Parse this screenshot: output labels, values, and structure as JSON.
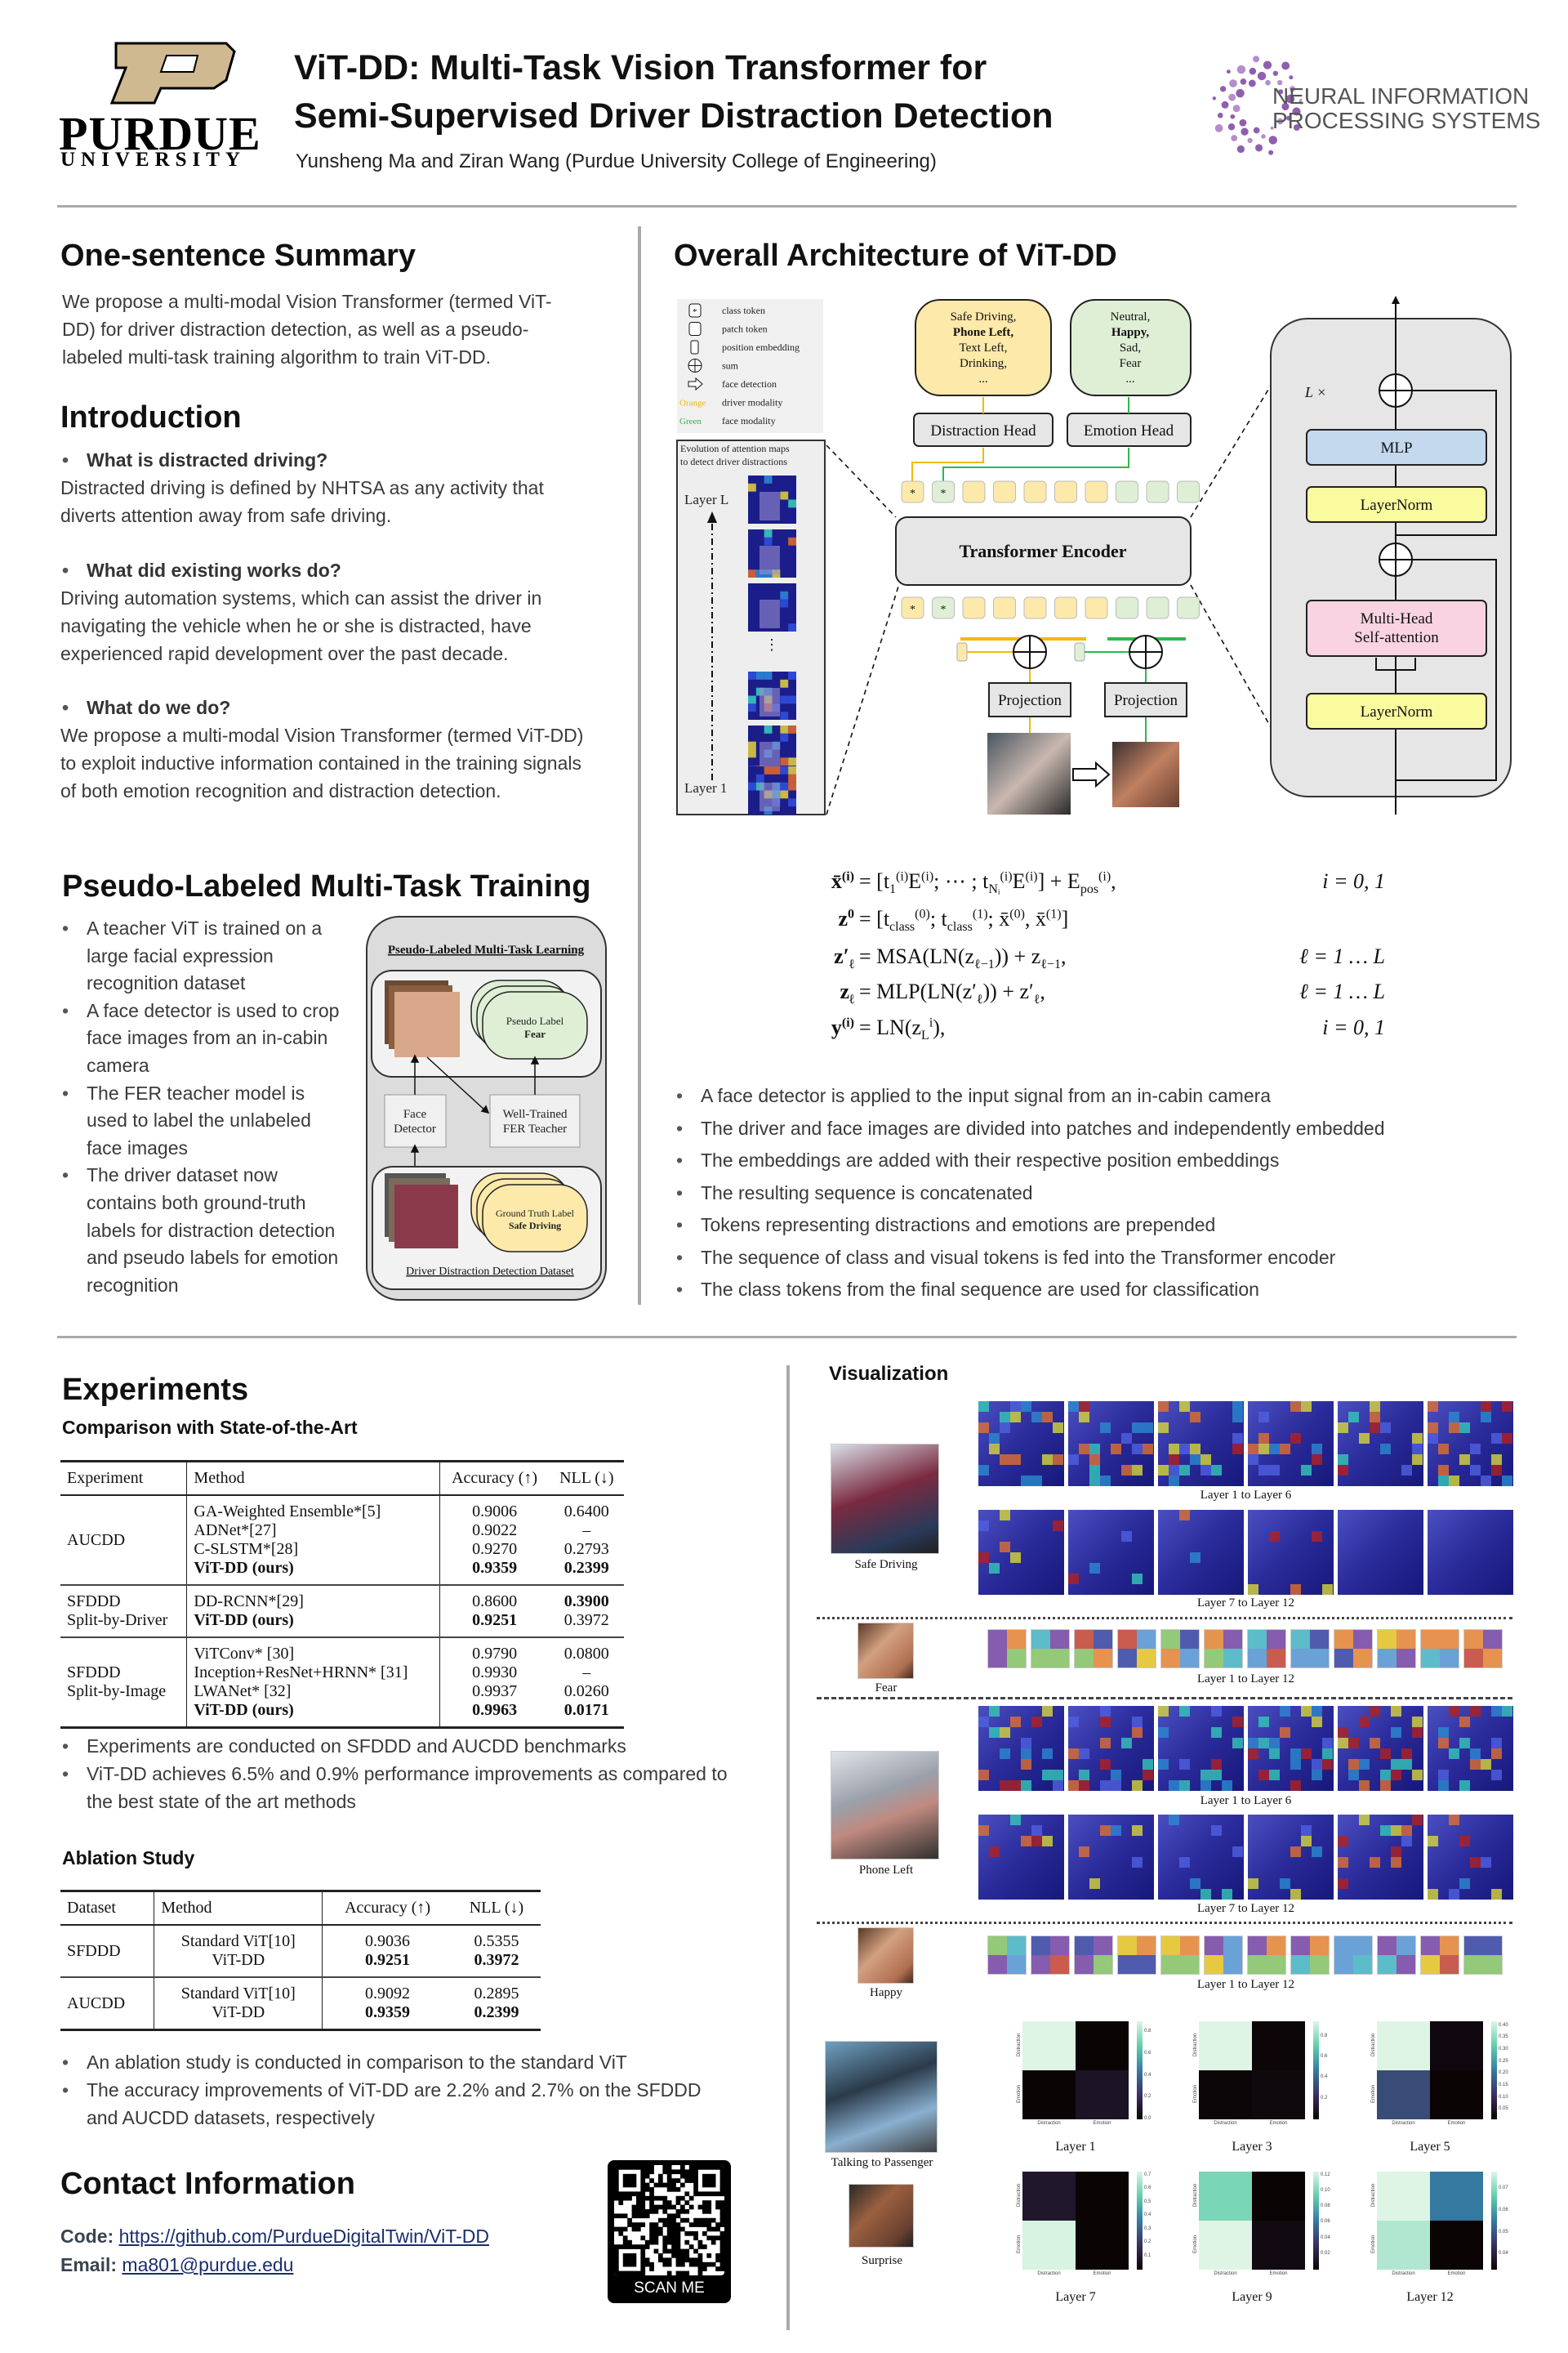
{
  "header": {
    "title_line1": "ViT-DD: Multi-Task Vision Transformer for",
    "title_line2": "Semi-Supervised Driver Distraction Detection",
    "authors": "Yunsheng Ma and Ziran Wang (Purdue University College of Engineering)",
    "purdue_logo": {
      "name": "PURDUE",
      "sub": "UNIVERSITY",
      "color": "#CFB991"
    },
    "neurips_logo": {
      "line1": "NEURAL INFORMATION",
      "line2": "PROCESSING SYSTEMS",
      "color": "#7b4f9d"
    }
  },
  "summary": {
    "heading": "One-sentence Summary",
    "text": "We propose a multi-modal Vision Transformer (termed ViT-DD) for driver distraction detection, as well as a pseudo-labeled multi-task training algorithm to train ViT-DD."
  },
  "intro": {
    "heading": "Introduction",
    "items": [
      {
        "q": "What is distracted driving?",
        "a": "Distracted driving is defined by NHTSA as any activity that diverts attention away from safe driving."
      },
      {
        "q": "What did existing works do?",
        "a": "Driving automation systems, which can assist the driver in navigating the vehicle when he or she is distracted, have experienced rapid development over the past decade."
      },
      {
        "q": "What do we do?",
        "a": "We propose a multi-modal Vision Transformer (termed ViT-DD) to exploit inductive information contained in the training signals of both emotion recognition and distraction detection."
      }
    ]
  },
  "pseudo": {
    "heading": "Pseudo-Labeled Multi-Task Training",
    "bullets": [
      "A teacher ViT is trained on a large facial expression recognition dataset",
      "A face detector is used to crop face images from an in-cabin camera",
      "The FER teacher model is used to label the unlabeled face images",
      "The driver dataset now contains both ground-truth labels for distraction detection and pseudo labels for emotion recognition"
    ],
    "diagram": {
      "title": "Pseudo-Labeled Multi-Task Learning",
      "pseudo_label": "Pseudo Label",
      "pseudo_value": "Fear",
      "face_detector_1": "Face",
      "face_detector_2": "Detector",
      "teacher_1": "Well-Trained",
      "teacher_2": "FER Teacher",
      "gt_label": "Ground Truth Label",
      "gt_value": "Safe Driving",
      "dataset": "Driver Distraction Detection Dataset"
    }
  },
  "arch": {
    "heading": "Overall Architecture of ViT-DD",
    "legend": [
      {
        "symbol": "class-token",
        "label": "class token"
      },
      {
        "symbol": "patch-token",
        "label": "patch token"
      },
      {
        "symbol": "position-embedding",
        "label": "position embedding"
      },
      {
        "symbol": "sum",
        "label": "sum"
      },
      {
        "symbol": "face-detection",
        "label": "face detection"
      },
      {
        "symbol": "Orange",
        "label": "driver modality"
      },
      {
        "symbol": "Green",
        "label": "face modality"
      }
    ],
    "attention_title_1": "Evolution of attention maps",
    "attention_title_2": "to detect driver distractions",
    "layer_top": "Layer L",
    "layer_bottom": "Layer 1",
    "dots": "⋮",
    "distraction_classes": [
      "Safe Driving,",
      "Phone Left,",
      "Text Left,",
      "Drinking,",
      "..."
    ],
    "emotion_classes": [
      "Neutral,",
      "Happy,",
      "Sad,",
      "Fear",
      "..."
    ],
    "distraction_head": "Distraction Head",
    "emotion_head": "Emotion Head",
    "encoder": "Transformer Encoder",
    "projection": "Projection",
    "token_star": "*",
    "lx": "L ×",
    "mlp": "MLP",
    "layernorm": "LayerNorm",
    "mhsa_1": "Multi-Head",
    "mhsa_2": "Self-attention",
    "colors": {
      "orange": "#f5b800",
      "green": "#2db84d",
      "token_orange": "#fde9a9",
      "token_green": "#deefd6",
      "mlp": "#c5d9ee",
      "layernorm": "#fafa9e",
      "mhsa": "#f9d3e1"
    }
  },
  "equations": [
    {
      "lhs": [
        [
          "x̄",
          ""
        ],
        [
          "(i)",
          "sup"
        ]
      ],
      "rhs": [
        [
          "= [t",
          ""
        ],
        [
          "1",
          "sub"
        ],
        [
          "(i)",
          "sup"
        ],
        [
          "E",
          ""
        ],
        [
          "(i)",
          "sup"
        ],
        [
          "; ⋯ ; t",
          ""
        ],
        [
          "Nᵢ",
          "sub"
        ],
        [
          "(i)",
          "sup"
        ],
        [
          "E",
          ""
        ],
        [
          "(i)",
          "sup"
        ],
        [
          "] + E",
          ""
        ],
        [
          "pos",
          "sub"
        ],
        [
          "(i)",
          "sup"
        ],
        [
          ",",
          ""
        ]
      ],
      "cond": "i = 0, 1"
    },
    {
      "lhs": [
        [
          "z",
          ""
        ],
        [
          "0",
          "sup"
        ]
      ],
      "rhs": [
        [
          "= [t",
          ""
        ],
        [
          "class",
          "sub"
        ],
        [
          "(0)",
          "sup"
        ],
        [
          "; t",
          ""
        ],
        [
          "class",
          "sub"
        ],
        [
          "(1)",
          "sup"
        ],
        [
          "; x̄",
          ""
        ],
        [
          "(0)",
          "sup"
        ],
        [
          ", x̄",
          ""
        ],
        [
          "(1)",
          "sup"
        ],
        [
          "]",
          ""
        ]
      ],
      "cond": ""
    },
    {
      "lhs": [
        [
          "z′",
          ""
        ],
        [
          "ℓ",
          "sub"
        ]
      ],
      "rhs": [
        [
          "= MSA(LN(z",
          ""
        ],
        [
          "ℓ−1",
          "sub"
        ],
        [
          ")) + z",
          ""
        ],
        [
          "ℓ−1",
          "sub"
        ],
        [
          ",",
          ""
        ]
      ],
      "cond": "ℓ = 1 … L"
    },
    {
      "lhs": [
        [
          "z",
          ""
        ],
        [
          "ℓ",
          "sub"
        ]
      ],
      "rhs": [
        [
          "= MLP(LN(z′",
          ""
        ],
        [
          "ℓ",
          "sub"
        ],
        [
          ")) + z′",
          ""
        ],
        [
          "ℓ",
          "sub"
        ],
        [
          ",",
          ""
        ]
      ],
      "cond": "ℓ = 1 … L"
    },
    {
      "lhs": [
        [
          "y",
          ""
        ],
        [
          "(i)",
          "sup"
        ]
      ],
      "rhs": [
        [
          "= LN(z",
          ""
        ],
        [
          "L",
          "sub"
        ],
        [
          "i",
          "sup"
        ],
        [
          "),",
          ""
        ]
      ],
      "cond": "i = 0, 1"
    }
  ],
  "arch_bullets": [
    "A face detector is applied to the input signal from an in-cabin camera",
    "The driver and face images are divided into patches and independently embedded",
    "The embeddings are added with their respective position embeddings",
    "The resulting sequence is concatenated",
    "Tokens representing distractions and emotions are prepended",
    "The sequence of class and visual tokens is fed into the Transformer encoder",
    "The class tokens from the final sequence are used for classification"
  ],
  "experiments": {
    "heading": "Experiments",
    "sota_heading": "Comparison with State-of-the-Art",
    "sota_table": {
      "headers": [
        "Experiment",
        "Method",
        "Accuracy (↑)",
        "NLL (↓)"
      ],
      "groups": [
        {
          "name": [
            "AUCDD"
          ],
          "rows": [
            {
              "method": "GA-Weighted Ensemble*[5]",
              "acc": "0.9006",
              "nll": "0.6400"
            },
            {
              "method": "ADNet*[27]",
              "acc": "0.9022",
              "nll": "–"
            },
            {
              "method": "C-SLSTM*[28]",
              "acc": "0.9270",
              "nll": "0.2793"
            },
            {
              "method": "ViT-DD (ours)",
              "acc": "0.9359",
              "nll": "0.2399",
              "bold": [
                "method",
                "acc",
                "nll"
              ]
            }
          ]
        },
        {
          "name": [
            "SFDDD",
            "Split-by-Driver"
          ],
          "rows": [
            {
              "method": "DD-RCNN*[29]",
              "acc": "0.8600",
              "nll": "0.3900",
              "bold": [
                "nll"
              ]
            },
            {
              "method": "ViT-DD (ours)",
              "acc": "0.9251",
              "nll": "0.3972",
              "bold": [
                "method",
                "acc"
              ]
            }
          ]
        },
        {
          "name": [
            "SFDDD",
            "Split-by-Image"
          ],
          "rows": [
            {
              "method": "ViTConv* [30]",
              "acc": "0.9790",
              "nll": "0.0800"
            },
            {
              "method": "Inception+ResNet+HRNN* [31]",
              "acc": "0.9930",
              "nll": "–"
            },
            {
              "method": "LWANet* [32]",
              "acc": "0.9937",
              "nll": "0.0260"
            },
            {
              "method": "ViT-DD (ours)",
              "acc": "0.9963",
              "nll": "0.0171",
              "bold": [
                "method",
                "acc",
                "nll"
              ]
            }
          ]
        }
      ]
    },
    "sota_bullets": [
      "Experiments are conducted on SFDDD and AUCDD benchmarks",
      "ViT-DD achieves 6.5% and 0.9% performance improvements as compared to the best state of the art methods"
    ],
    "ablation_heading": "Ablation Study",
    "ablation_table": {
      "headers": [
        "Dataset",
        "Method",
        "Accuracy (↑)",
        "NLL (↓)"
      ],
      "groups": [
        {
          "name": "SFDDD",
          "rows": [
            {
              "method": "Standard ViT[10]",
              "acc": "0.9036",
              "nll": "0.5355"
            },
            {
              "method": "ViT-DD",
              "acc": "0.9251",
              "nll": "0.3972",
              "bold": [
                "acc",
                "nll"
              ]
            }
          ]
        },
        {
          "name": "AUCDD",
          "rows": [
            {
              "method": "Standard ViT[10]",
              "acc": "0.9092",
              "nll": "0.2895"
            },
            {
              "method": "ViT-DD",
              "acc": "0.9359",
              "nll": "0.2399",
              "bold": [
                "acc",
                "nll"
              ]
            }
          ]
        }
      ]
    },
    "ablation_bullets": [
      "An ablation study is conducted in comparison to the standard ViT",
      "The accuracy improvements of ViT-DD are 2.2% and 2.7% on the SFDDD and AUCDD datasets, respectively"
    ]
  },
  "contact": {
    "heading": "Contact Information",
    "code_label": "Code:",
    "code_url": "https://github.com/PurdueDigitalTwin/ViT-DD",
    "email_label": "Email:",
    "email": "ma801@purdue.edu",
    "qr_caption": "SCAN ME"
  },
  "visualization": {
    "heading": "Visualization",
    "safe_driving": {
      "label": "Safe Driving",
      "cap1": "Layer 1 to Layer 6",
      "cap2": "Layer 7 to Layer 12"
    },
    "fear": {
      "label": "Fear",
      "cap": "Layer 1 to Layer 12"
    },
    "phone_left": {
      "label": "Phone Left",
      "cap1": "Layer 1 to Layer 6",
      "cap2": "Layer 7 to Layer 12"
    },
    "happy": {
      "label": "Happy",
      "cap": "Layer 1 to Layer 12"
    },
    "talking": {
      "label": "Talking to Passenger"
    },
    "surprise": {
      "label": "Surprise"
    }
  },
  "chart_data": [
    {
      "type": "heatmap",
      "title": "Layer 1",
      "x": [
        "Distraction",
        "Emotion"
      ],
      "y": [
        "Distraction",
        "Emotion"
      ],
      "values": [
        [
          0.9,
          0.0
        ],
        [
          0.0,
          0.08
        ]
      ],
      "vmin": 0,
      "vmax": 0.9,
      "ticks": [
        "0.0",
        "0.2",
        "0.4",
        "0.6",
        "0.8"
      ]
    },
    {
      "type": "heatmap",
      "title": "Layer 3",
      "x": [
        "Distraction",
        "Emotion"
      ],
      "y": [
        "Distraction",
        "Emotion"
      ],
      "values": [
        [
          0.95,
          0.01
        ],
        [
          0.01,
          0.02
        ]
      ],
      "vmin": 0,
      "vmax": 0.95,
      "ticks": [
        "0.2",
        "0.4",
        "0.6",
        "0.8"
      ]
    },
    {
      "type": "heatmap",
      "title": "Layer 5",
      "x": [
        "Distraction",
        "Emotion"
      ],
      "y": [
        "Distraction",
        "Emotion"
      ],
      "values": [
        [
          0.42,
          0.02
        ],
        [
          0.15,
          0.01
        ]
      ],
      "vmin": 0.01,
      "vmax": 0.42,
      "ticks": [
        "0.05",
        "0.10",
        "0.15",
        "0.20",
        "0.25",
        "0.30",
        "0.35",
        "0.40"
      ]
    },
    {
      "type": "heatmap",
      "title": "Layer 7",
      "x": [
        "Distraction",
        "Emotion"
      ],
      "y": [
        "Distraction",
        "Emotion"
      ],
      "values": [
        [
          0.08,
          0.0
        ],
        [
          0.72,
          0.0
        ]
      ],
      "vmin": 0,
      "vmax": 0.73,
      "ticks": [
        "0.1",
        "0.2",
        "0.3",
        "0.4",
        "0.5",
        "0.6",
        "0.7"
      ]
    },
    {
      "type": "heatmap",
      "title": "Layer 9",
      "x": [
        "Distraction",
        "Emotion"
      ],
      "y": [
        "Distraction",
        "Emotion"
      ],
      "values": [
        [
          0.1,
          0.0
        ],
        [
          0.125,
          0.004
        ]
      ],
      "vmin": 0,
      "vmax": 0.125,
      "ticks": [
        "0.02",
        "0.04",
        "0.06",
        "0.08",
        "0.10",
        "0.12"
      ]
    },
    {
      "type": "heatmap",
      "title": "Layer 12",
      "x": [
        "Distraction",
        "Emotion"
      ],
      "y": [
        "Distraction",
        "Emotion"
      ],
      "values": [
        [
          0.078,
          0.055
        ],
        [
          0.074,
          0.033
        ]
      ],
      "vmin": 0.033,
      "vmax": 0.078,
      "ticks": [
        "0.04",
        "0.05",
        "0.06",
        "0.07"
      ]
    }
  ]
}
